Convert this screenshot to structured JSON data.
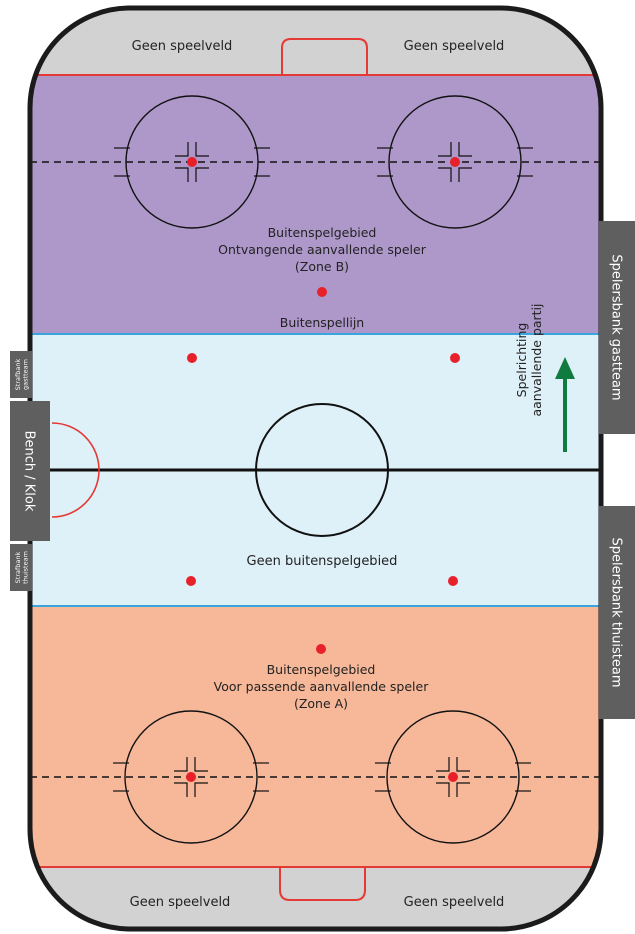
{
  "labels": {
    "no_play_top_left": "Geen speelveld",
    "no_play_top_right": "Geen speelveld",
    "no_play_bottom_left": "Geen speelveld",
    "no_play_bottom_right": "Geen speelveld",
    "zone_b": [
      "Buitenspelgebied",
      "Ontvangende aanvallende speler",
      "(Zone B)"
    ],
    "offside_line": "Buitenspellijn",
    "neutral_zone": "Geen buitenspelgebied",
    "zone_a": [
      "Buitenspelgebied",
      "Voor passende aanvallende speler",
      "(Zone A)"
    ],
    "direction": [
      "Spelrichting",
      "aanvallende partij"
    ]
  },
  "side_panels": {
    "bench_away": "Spelersbank gastteam",
    "bench_home": "Spelersbank thuisteam",
    "bench_clock": "Bench / Klok",
    "penalty_away": [
      "Strafbank",
      "gastteam"
    ],
    "penalty_home": [
      "Strafbank",
      "thuisteam"
    ]
  },
  "colors": {
    "zone_b_fill": "#ae98ca",
    "neutral_fill": "#def0f8",
    "zone_a_fill": "#f7b89a",
    "no_play_fill": "#d2d2d2",
    "goal_line": "#e53935",
    "blue_line": "#3aa5dc",
    "center_line": "#111111",
    "dot": "#e8202a",
    "arrow": "#0f7b3f",
    "side_panel": "#5f5f5f",
    "border": "#1b1b1b"
  }
}
